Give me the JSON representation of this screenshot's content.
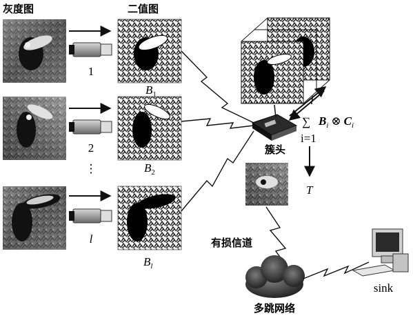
{
  "headers": {
    "gray": "灰度图",
    "binary": "二值图"
  },
  "cameras": [
    {
      "label": "1"
    },
    {
      "label": "2"
    },
    {
      "label": "l"
    }
  ],
  "ellipsis": "⋮",
  "binary_labels": [
    {
      "base": "B",
      "sub": "1"
    },
    {
      "base": "B",
      "sub": "2"
    },
    {
      "base": "B",
      "sub": "l"
    }
  ],
  "cluster_head": "簇头",
  "formula": {
    "sigma": "∑",
    "upper": "l",
    "lower": "i=1",
    "term_b": "B",
    "sub_i": "i",
    "op": "⊗",
    "term_c": "C"
  },
  "output": "T",
  "lossy_channel": "有损信道",
  "multihop": "多跳网络",
  "sink": "sink",
  "colors": {
    "ink": "#111111",
    "photo_dark": "#1c1c1c",
    "photo_mid": "#6a6a6a",
    "photo_light": "#bdbdbd",
    "cloud": "#3a3a3a"
  }
}
